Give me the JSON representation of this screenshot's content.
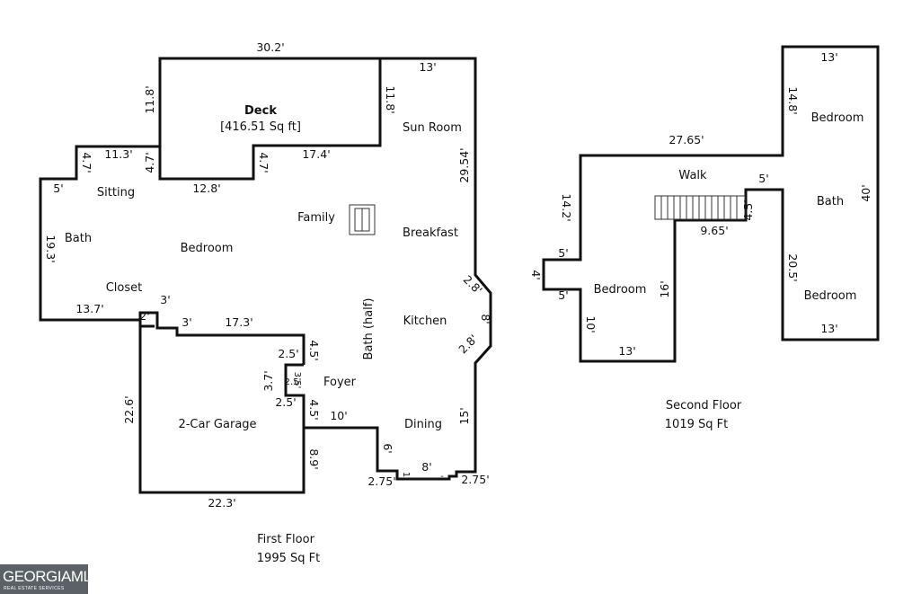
{
  "first_floor": {
    "rooms": {
      "deck_title": "Deck",
      "deck_area": "[416.51 Sq ft]",
      "sun_room": "Sun Room",
      "sitting": "Sitting",
      "family": "Family",
      "breakfast": "Breakfast",
      "bath": "Bath",
      "bedroom": "Bedroom",
      "closet": "Closet",
      "bath_half": "Bath (half)",
      "kitchen": "Kitchen",
      "foyer": "Foyer",
      "garage": "2-Car Garage",
      "dining": "Dining"
    },
    "dims": {
      "d_30_2": "30.2'",
      "d_13a": "13'",
      "d_11_8a": "11.8'",
      "d_11_8b": "11.8'",
      "d_11_3": "11.3'",
      "d_4_7a": "4.7'",
      "d_4_7b": "4.7'",
      "d_4_7c": "4.7'",
      "d_17_4": "17.4'",
      "d_12_8": "12.8'",
      "d_5": "5'",
      "d_29_54": "29.54'",
      "d_19_3": "19.3'",
      "d_13_7": "13.7'",
      "d_2": "2'",
      "d_3a": "3'",
      "d_3b": "3'",
      "d_17_3": "17.3'",
      "d_2_8a": "2.8'",
      "d_8a": "8'",
      "d_2_8b": "2.8'",
      "d_2_5a": "2.5'",
      "d_4_5a": "4.5'",
      "d_3_7": "3.7'",
      "d_3_5": "3.5'",
      "d_2_5b": "2.5'",
      "d_2_5c": "2.5'",
      "d_4_5b": "4.5'",
      "d_10": "10'",
      "d_22_6": "22.6'",
      "d_15": "15'",
      "d_8_9": "8.9'",
      "d_6": "6'",
      "d_1": "1",
      "d_8b": "8'",
      "d_2_75a": "2.75'",
      "d_2_75b": "2.75'",
      "d_22_3": "22.3'",
      "d_dash": "-"
    },
    "caption_name": "First Floor",
    "caption_area": "1995 Sq Ft"
  },
  "second_floor": {
    "rooms": {
      "walk": "Walk",
      "bath": "Bath",
      "bedroom_left": "Bedroom",
      "bedroom_top": "Bedroom",
      "bedroom_bottom": "Bedroom"
    },
    "dims": {
      "d_13a": "13'",
      "d_14_8": "14.8'",
      "d_27_65": "27.65'",
      "d_5a": "5'",
      "d_40": "40'",
      "d_14_2": "14.2'",
      "d_4_5": "4.5'",
      "d_9_65": "9.65'",
      "d_5b": "5'",
      "d_4": "4'",
      "d_5c": "5'",
      "d_16": "16'",
      "d_20_5": "20.5'",
      "d_10": "10'",
      "d_13b": "13'",
      "d_13c": "13'"
    },
    "caption_name": "Second Floor",
    "caption_area": "1019 Sq Ft"
  },
  "logo": {
    "name": "GEORGIAMLS",
    "subtitle": "REAL ESTATE SERVICES"
  }
}
